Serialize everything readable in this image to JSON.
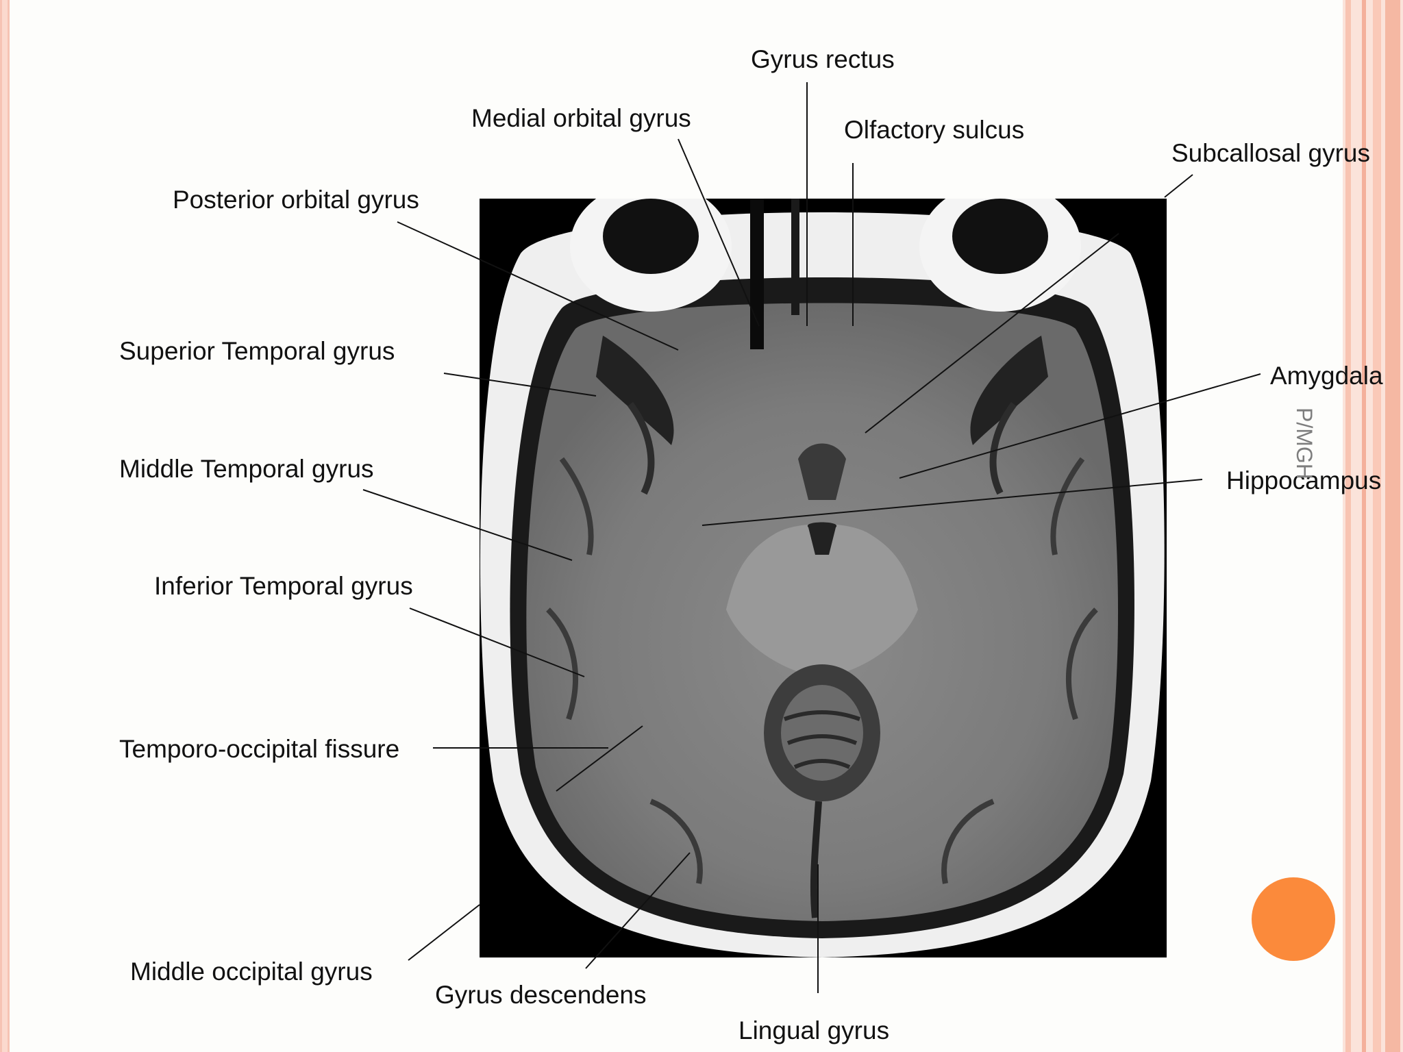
{
  "slide": {
    "watermark": "P/MGH",
    "accent_color": "#fb8a3b",
    "border_color": "#f6c3b4"
  },
  "labels": {
    "gyrus_rectus": "Gyrus rectus",
    "medial_orbital_gyrus": "Medial orbital gyrus",
    "olfactory_sulcus": "Olfactory sulcus",
    "subcallosal_gyrus": "Subcallosal gyrus",
    "posterior_orbital_gyrus": "Posterior orbital gyrus",
    "superior_temporal_gyrus": "Superior Temporal gyrus",
    "amygdala": "Amygdala",
    "middle_temporal_gyrus": "Middle Temporal gyrus",
    "hippocampus": "Hippocampus",
    "inferior_temporal_gyrus": "Inferior Temporal gyrus",
    "temporo_occipital_fissure": "Temporo-occipital fissure",
    "middle_occipital_gyrus": "Middle occipital gyrus",
    "gyrus_descendens": "Gyrus descendens",
    "lingual_gyrus": "Lingual gyrus"
  }
}
